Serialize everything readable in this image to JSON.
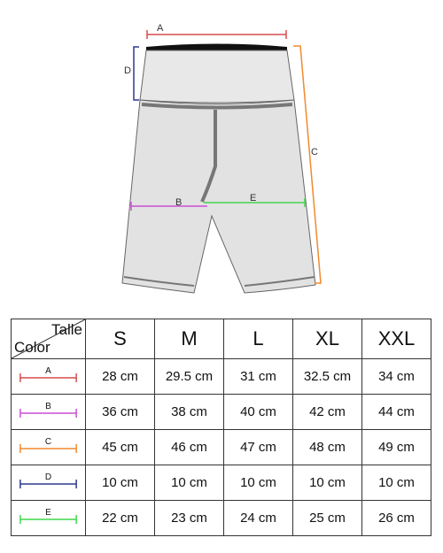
{
  "diagram": {
    "labels": {
      "a": "A",
      "b": "B",
      "c": "C",
      "d": "D",
      "e": "E"
    },
    "colors": {
      "a": "#d94c4c",
      "b": "#c94fd6",
      "c": "#f08a2e",
      "d": "#2d3a8c",
      "e": "#3fd64a"
    }
  },
  "table": {
    "corner": {
      "top": "Talle",
      "bottom": "Color"
    },
    "sizes": [
      "S",
      "M",
      "L",
      "XL",
      "XXL"
    ],
    "rows": [
      {
        "label": "A",
        "color": "#d94c4c",
        "values": [
          "28 cm",
          "29.5 cm",
          "31 cm",
          "32.5 cm",
          "34 cm"
        ]
      },
      {
        "label": "B",
        "color": "#c94fd6",
        "values": [
          "36 cm",
          "38 cm",
          "40 cm",
          "42 cm",
          "44 cm"
        ]
      },
      {
        "label": "C",
        "color": "#f08a2e",
        "values": [
          "45 cm",
          "46 cm",
          "47 cm",
          "48 cm",
          "49 cm"
        ]
      },
      {
        "label": "D",
        "color": "#2d3a8c",
        "values": [
          "10 cm",
          "10 cm",
          "10 cm",
          "10 cm",
          "10 cm"
        ]
      },
      {
        "label": "E",
        "color": "#3fd64a",
        "values": [
          "22 cm",
          "23 cm",
          "24 cm",
          "25 cm",
          "26 cm"
        ]
      }
    ]
  }
}
